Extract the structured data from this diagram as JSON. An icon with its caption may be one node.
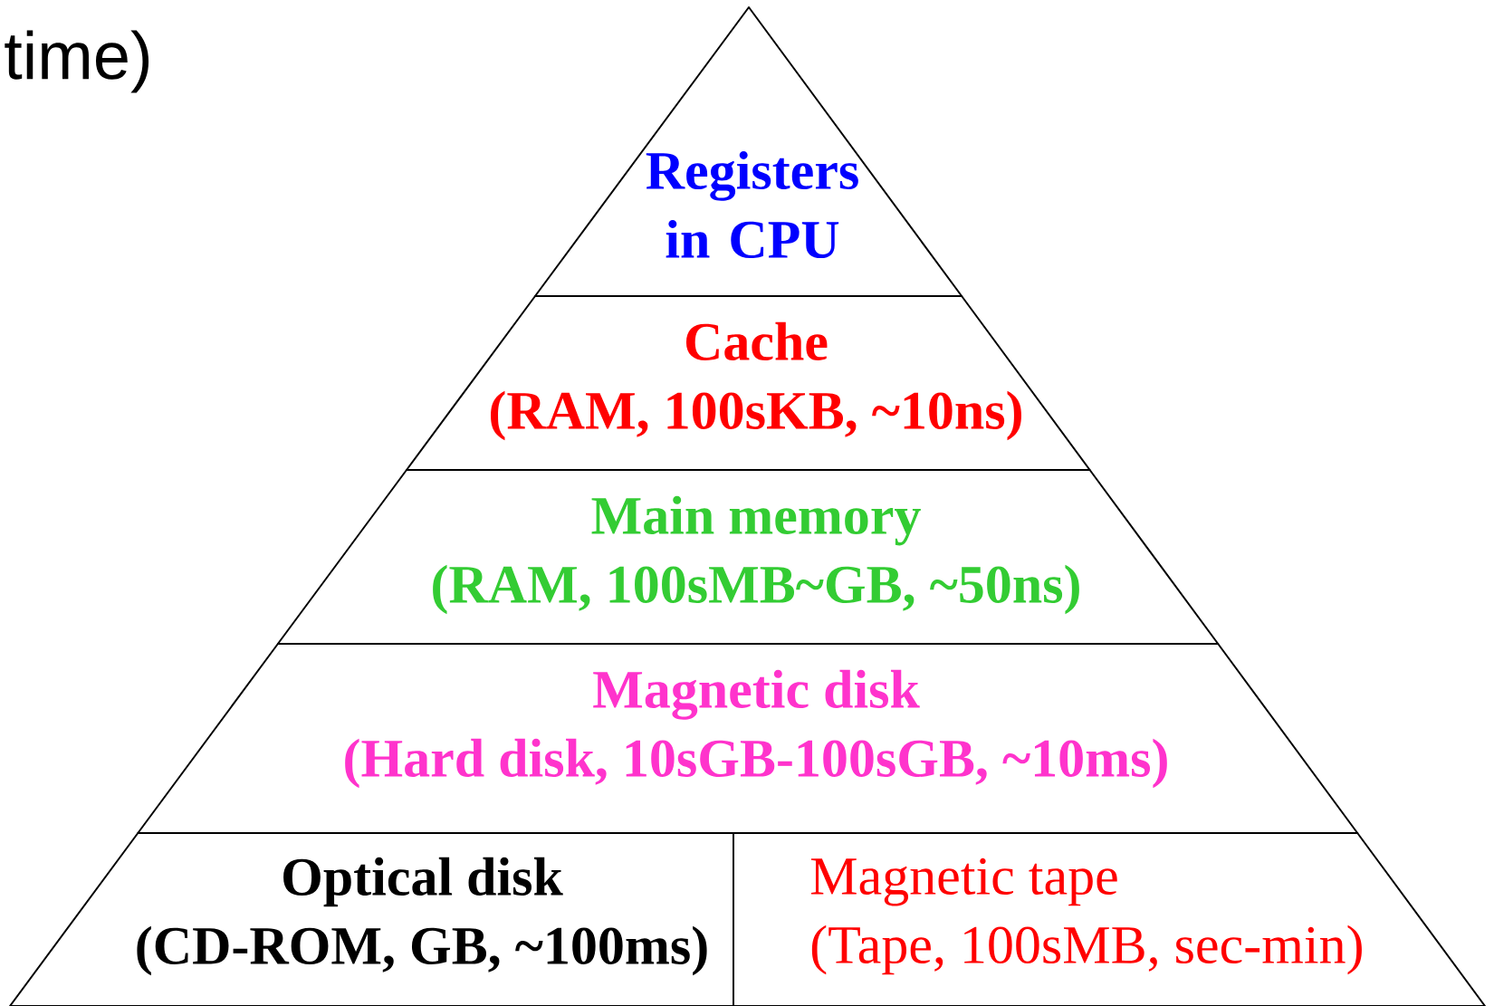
{
  "diagram": {
    "nodes": [
      {
        "text": [
          "Registers in CPU"
        ]
      },
      {
        "text": [
          "Cache",
          "(RAM, 100sKB, ~10ns)"
        ]
      },
      {
        "text": [
          "Main memory",
          "(RAM, 100sMB~GB, ~50ns)"
        ]
      },
      {
        "text": [
          "Magnetic disk",
          "(Hard disk, 10sGB-100sGB, ~10ms)"
        ]
      },
      {
        "text": [
          "Optical disk",
          "(CD-ROM, GB, ~100ms)"
        ]
      },
      {
        "text": [
          "Magnetic tape",
          "(Tape, 100sMB, sec-min)"
        ]
      }
    ],
    "labels": [
      "time)"
    ]
  }
}
